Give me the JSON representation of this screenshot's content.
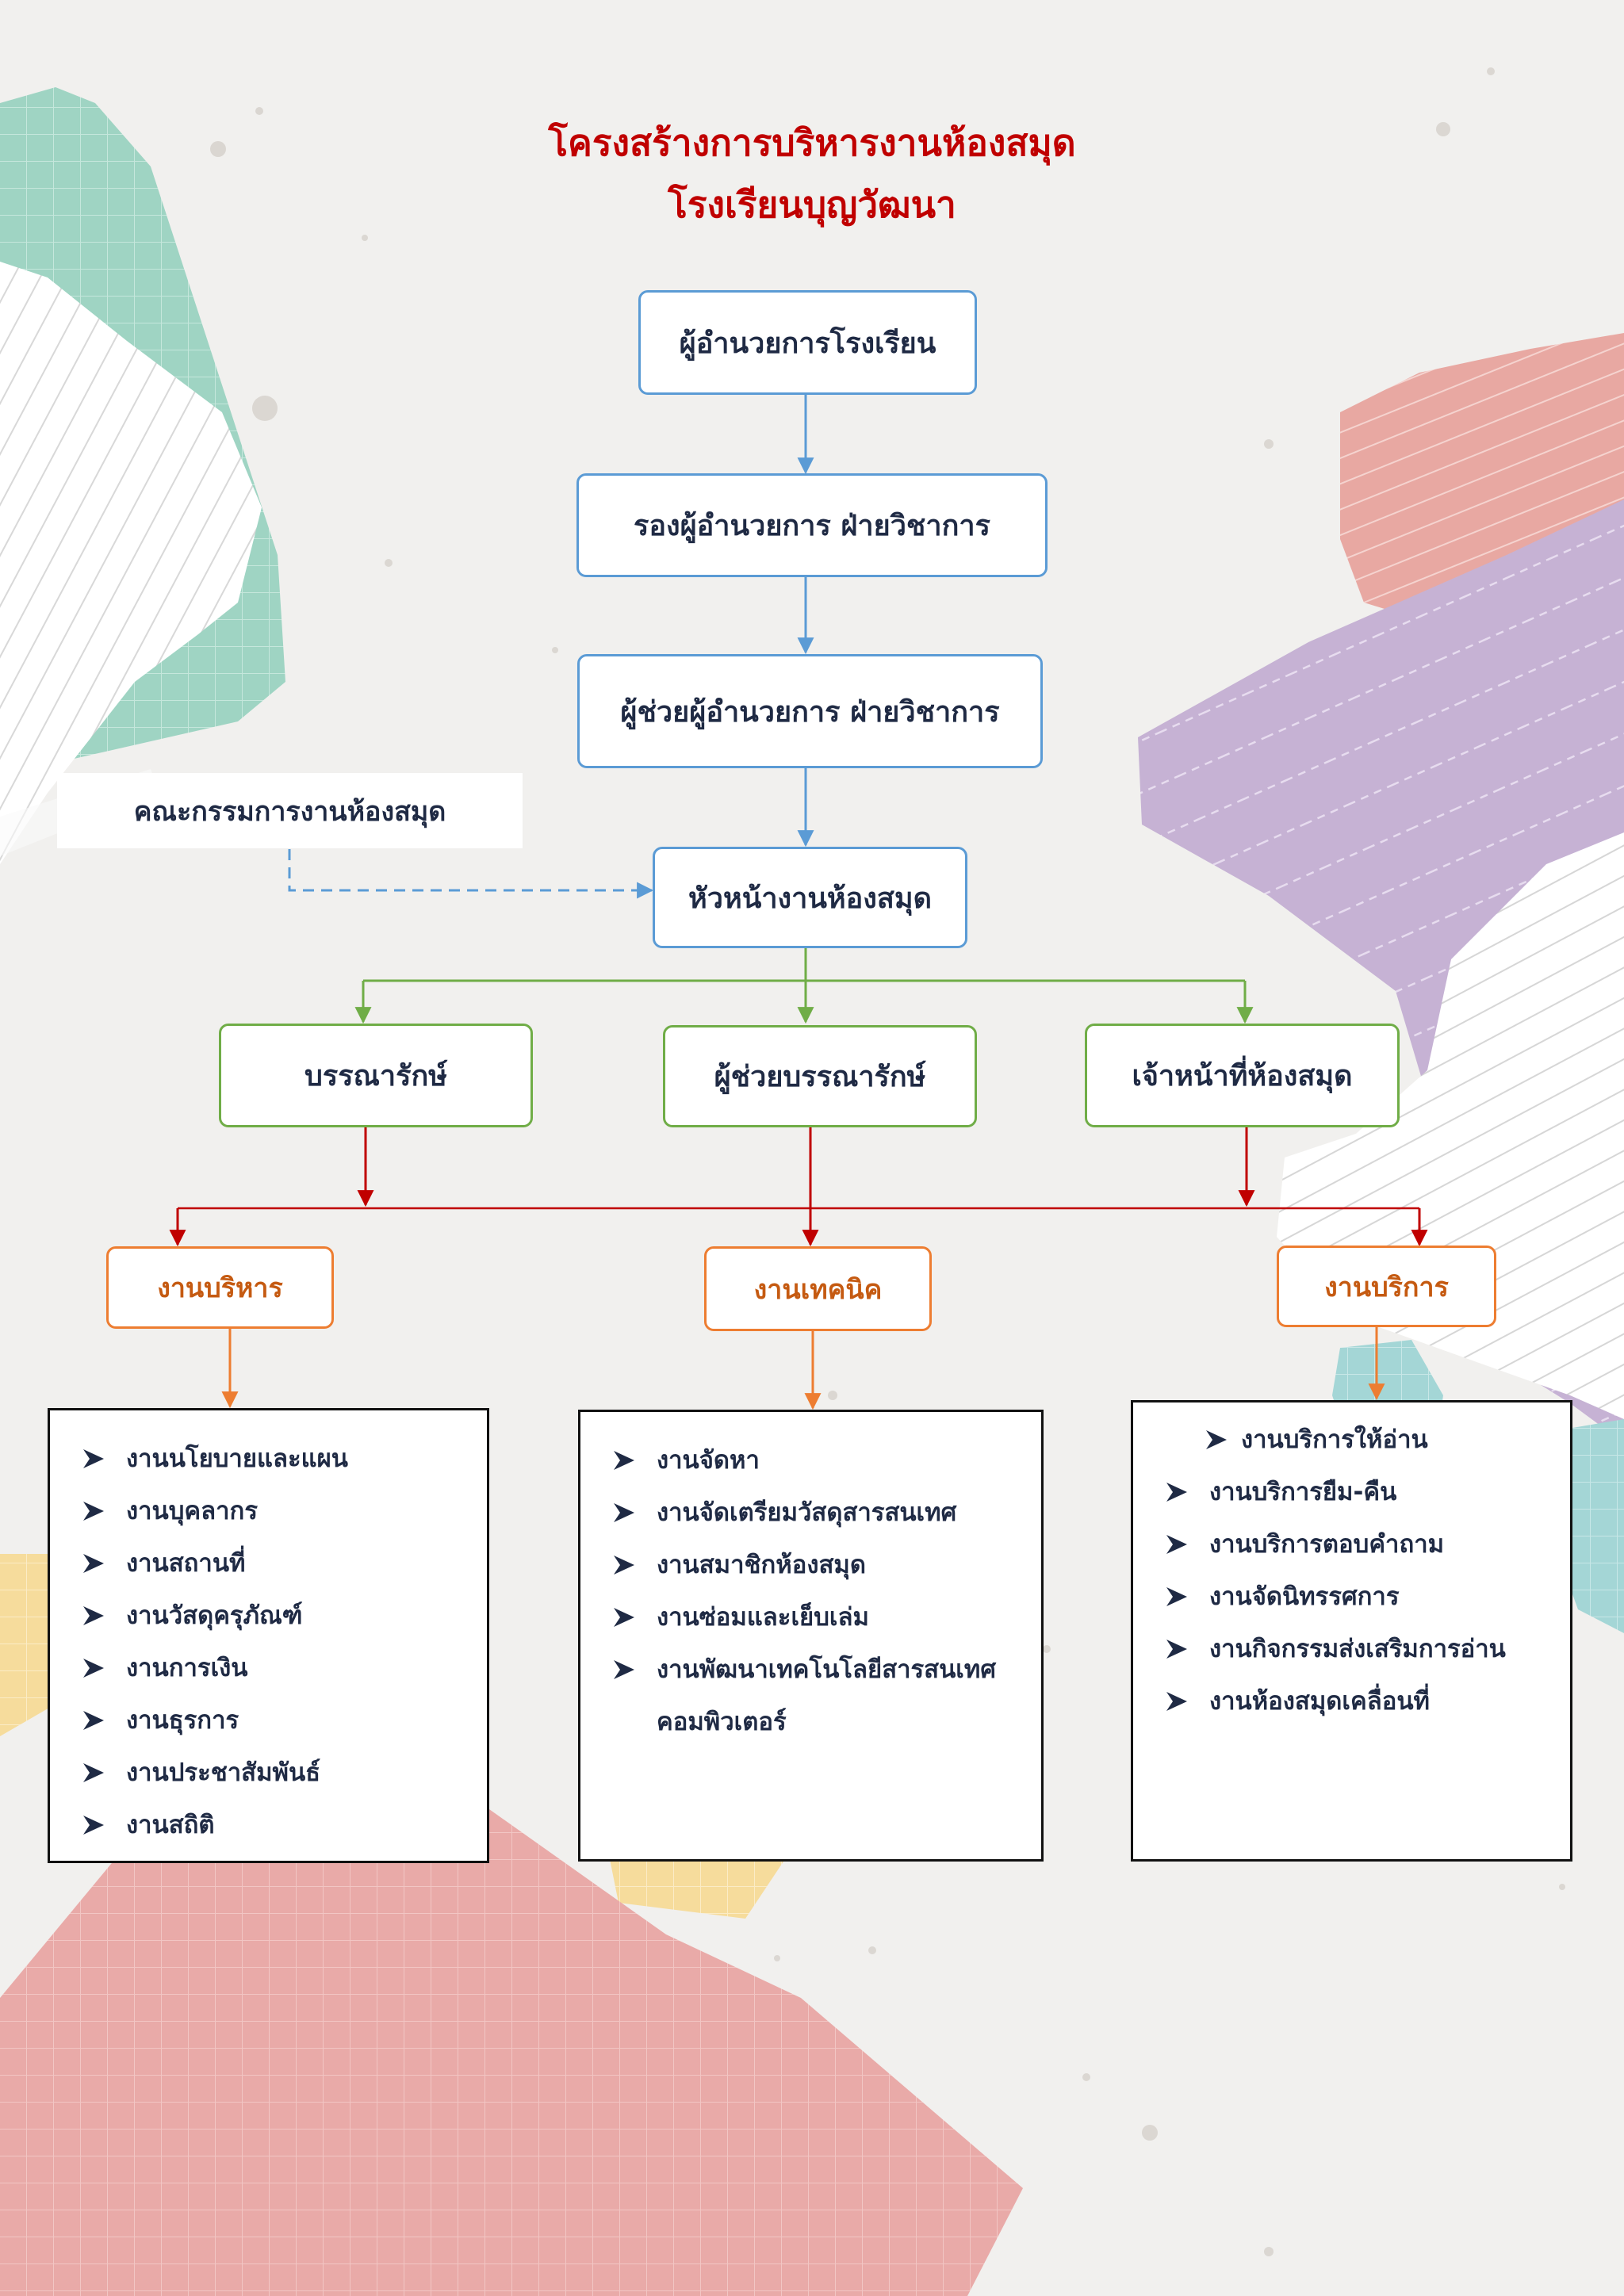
{
  "title": {
    "line1": "โครงสร้างการบริหารงานห้องสมุด",
    "line2": "โรงเรียนบุญวัฒนา"
  },
  "chain": {
    "director": "ผู้อำนวยการโรงเรียน",
    "deputy": "รองผู้อำนวยการ ฝ่ายวิชาการ",
    "assistant": "ผู้ช่วยผู้อำนวยการ ฝ่ายวิชาการ",
    "head": "หัวหน้างานห้องสมุด"
  },
  "committee": "คณะกรรมการงานห้องสมุด",
  "staff": {
    "librarian": "บรรณารักษ์",
    "assistant_librarian": "ผู้ช่วยบรรณารักษ์",
    "library_officer": "เจ้าหน้าที่ห้องสมุด"
  },
  "divisions": [
    {
      "label": "งานบริหาร",
      "duties": [
        "งานนโยบายและแผน",
        "งานบุคลากร",
        "งานสถานที่",
        "งานวัสดุครุภัณฑ์",
        "งานการเงิน",
        "งานธุรการ",
        "งานประชาสัมพันธ์",
        "งานสถิติ"
      ]
    },
    {
      "label": "งานเทคนิค",
      "duties": [
        "งานจัดหา",
        "งานจัดเตรียมวัสดุสารสนเทศ",
        "งานสมาชิกห้องสมุด",
        "งานซ่อมและเย็บเล่ม",
        "งานพัฒนาเทคโนโลยีสารสนเทศ"
      ],
      "continuation": "คอมพิวเตอร์"
    },
    {
      "label": "งานบริการ",
      "duties": [
        "งานบริการให้อ่าน",
        "งานบริการยืม-คืน",
        "งานบริการตอบคำถาม",
        "งานจัดนิทรรศการ",
        "งานกิจกรรมส่งเสริมการอ่าน",
        "งานห้องสมุดเคลื่อนที่"
      ]
    }
  ],
  "colors": {
    "title": "#c00000",
    "chain_border": "#5b9bd5",
    "staff_border": "#70ad47",
    "division_border": "#ed7d31",
    "staff_to_division_arrow": "#c00000",
    "text": "#1f2a44"
  }
}
